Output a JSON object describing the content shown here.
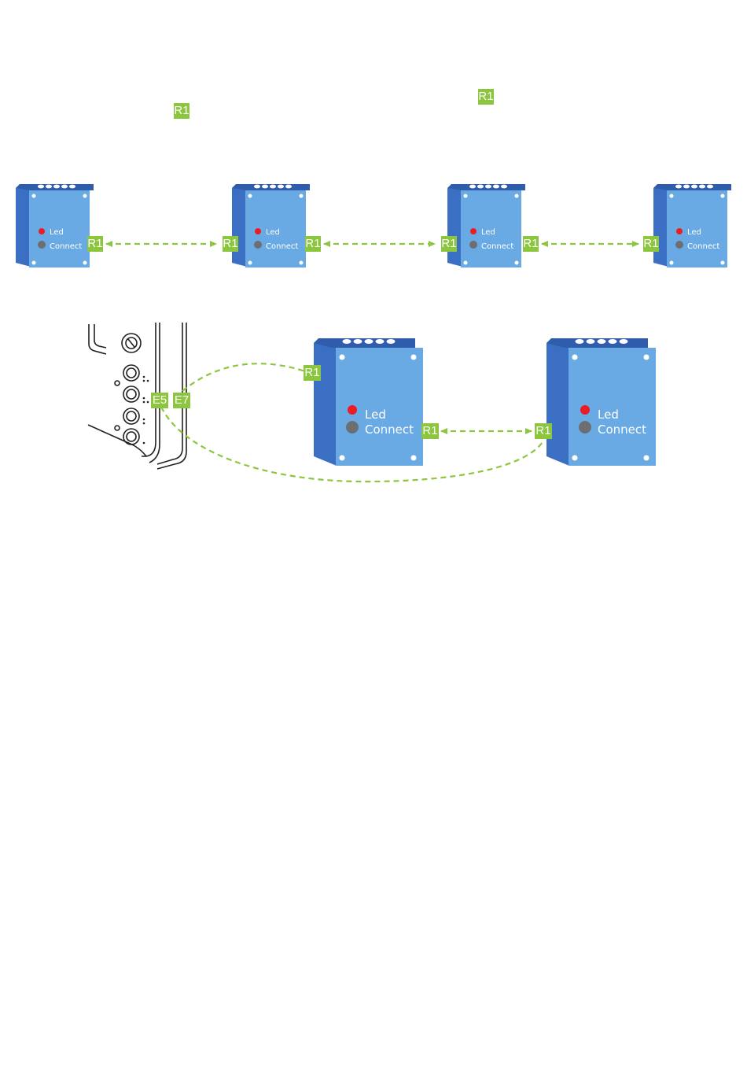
{
  "device": {
    "led_label": "Led",
    "connect_label": "Connect",
    "led_color": "#ed1c24",
    "connect_color": "#6d6e71",
    "front_color": "#6aaae4",
    "side_color": "#3a6fc4",
    "top_color": "#2f5cab"
  },
  "connector_color": "#8cc63f",
  "link_color": "#8cc63f",
  "tags": {
    "legend_r1_a": "R1",
    "legend_r1_b": "R1",
    "row1_u1_right": "R1",
    "row1_u2_left": "R1",
    "row1_u2_right": "R1",
    "row1_u3_left": "R1",
    "row1_u3_right": "R1",
    "row1_u4_left": "R1",
    "row2_u1_left": "R1",
    "row2_u1_right": "R1",
    "row2_u2_left": "R1",
    "panel_e5": "E5",
    "panel_e7": "E7"
  }
}
